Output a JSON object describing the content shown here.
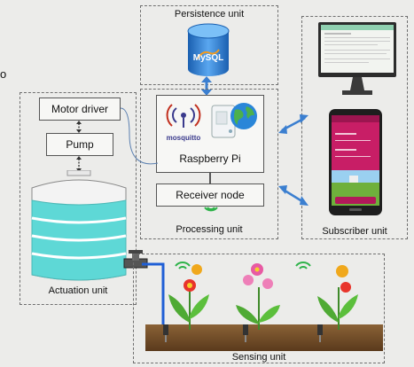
{
  "stray_text": "o",
  "persistence": {
    "title": "Persistence unit",
    "db_label": "MySQL"
  },
  "processing": {
    "title": "Processing unit",
    "rpi_label": "Raspberry Pi",
    "receiver_label": "Receiver node",
    "mosquitto_label": "mosquitto"
  },
  "actuation": {
    "title": "Actuation unit",
    "motor_driver": "Motor driver",
    "pump": "Pump"
  },
  "subscriber": {
    "title": "Subscriber unit"
  },
  "sensing": {
    "title": "Sensing unit"
  },
  "colors": {
    "arrow": "#3b7fd0",
    "pipe": "#1f5fd6",
    "water": "#5ed8d6",
    "signal": "#2fb34a",
    "soil": "#7a5530"
  }
}
